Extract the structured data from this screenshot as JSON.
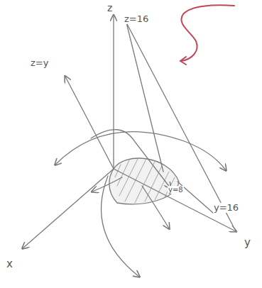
{
  "diagram": {
    "labels": [
      "z",
      "z=16",
      "z=y",
      "y=8",
      "y=16",
      "y",
      "x"
    ]
  }
}
